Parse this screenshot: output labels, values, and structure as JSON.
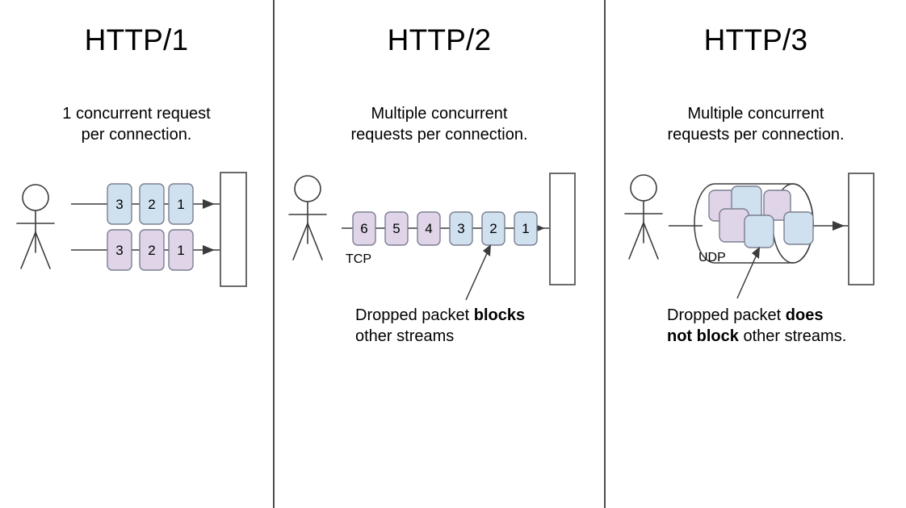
{
  "diagram": {
    "title_internal": "HTTP versions concurrency comparison",
    "background": "#ffffff",
    "divider_color": "#4c4c4c",
    "colors": {
      "packet_blue_fill": "#cfe0ef",
      "packet_blue_stroke": "#7b7f91",
      "packet_purple_fill": "#e0d4e8",
      "packet_purple_stroke": "#7b7f91",
      "line": "#3b3b3b",
      "server_stroke": "#595959",
      "text": "#000000"
    }
  },
  "panels": [
    {
      "id": "http1",
      "title": "HTTP/1",
      "caption": "1 concurrent request\nper connection.",
      "caption_line1": "1 concurrent request",
      "caption_line2": "per connection.",
      "transport_label": "",
      "annotation_line1": "",
      "annotation_line2": "",
      "streams": [
        {
          "color": "blue",
          "packets": [
            "3",
            "2",
            "1"
          ]
        },
        {
          "color": "purple",
          "packets": [
            "3",
            "2",
            "1"
          ]
        }
      ]
    },
    {
      "id": "http2",
      "title": "HTTP/2",
      "caption_line1": "Multiple concurrent",
      "caption_line2": "requests per connection.",
      "transport_label": "TCP",
      "annotation_line1_plain": "Dropped packet ",
      "annotation_line1_bold": "blocks",
      "annotation_line2_plain": "other streams",
      "annotation_line2_bold": "",
      "packets": [
        {
          "label": "6",
          "color": "purple"
        },
        {
          "label": "5",
          "color": "purple"
        },
        {
          "label": "4",
          "color": "purple"
        },
        {
          "label": "3",
          "color": "blue"
        },
        {
          "label": "2",
          "color": "blue"
        },
        {
          "label": "1",
          "color": "blue"
        }
      ],
      "dropped_packet_label": "2"
    },
    {
      "id": "http3",
      "title": "HTTP/3",
      "caption_line1": "Multiple concurrent",
      "caption_line2": "requests per connection.",
      "transport_label": "UDP",
      "annotation_line1_plain": "Dropped packet ",
      "annotation_line1_bold": "does",
      "annotation_line2_bold": "not block",
      "annotation_line2_plain": " other streams.",
      "packets": [
        {
          "color": "purple"
        },
        {
          "color": "blue"
        },
        {
          "color": "purple"
        },
        {
          "color": "purple"
        },
        {
          "color": "blue"
        },
        {
          "color": "blue"
        }
      ]
    }
  ],
  "actors": {
    "client_icon": "stick-figure",
    "server_icon": "server-rectangle"
  }
}
